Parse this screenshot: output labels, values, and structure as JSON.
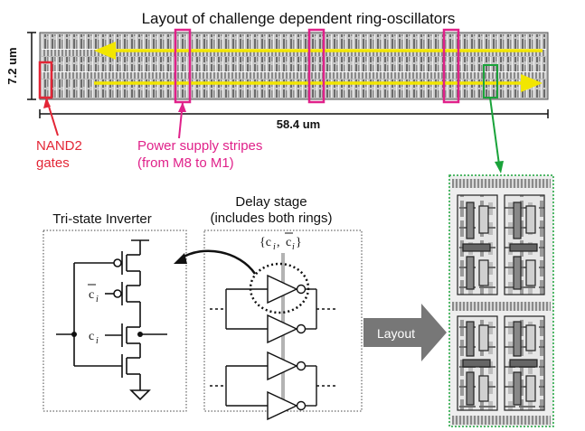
{
  "title": "Layout of challenge dependent ring-oscillators",
  "dimensions": {
    "height_label": "7.2 um",
    "width_label": "58.4 um"
  },
  "callouts": {
    "nand_line1": "NAND2",
    "nand_line2": "gates",
    "power_line1": "Power supply stripes",
    "power_line2": "(from M8 to M1)"
  },
  "tristate": {
    "title": "Tri-state Inverter",
    "c_bar": "c",
    "c": "c",
    "subscript": "i"
  },
  "delay": {
    "title_line1": "Delay stage",
    "title_line2": "(includes both rings)",
    "set_open": "{c",
    "set_sep": ", ",
    "set_close": "}",
    "subscript": "i"
  },
  "layout_arrow_label": "Layout",
  "colors": {
    "nand": "#e32636",
    "power": "#e0218a",
    "ring_arrow": "#f2e600",
    "layout_link": "#1aa33a",
    "layout_arrow": "#777777"
  }
}
